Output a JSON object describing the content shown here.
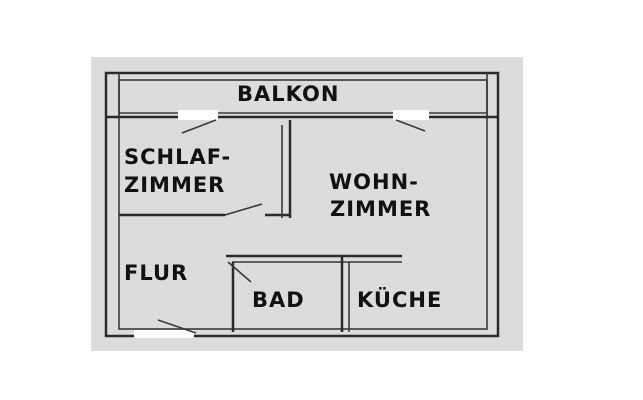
{
  "diagram": {
    "colors": {
      "background": "#ffffff",
      "plan_fill": "#dcdcdc",
      "wall": "#2b2b2b",
      "label": "#111111"
    },
    "rooms": {
      "balkon": "BALKON",
      "schlafzimmer_line1": "SCHLAF-",
      "schlafzimmer_line2": "ZIMMER",
      "wohnzimmer_line1": "WOHN-",
      "wohnzimmer_line2": "ZIMMER",
      "flur": "FLUR",
      "bad": "BAD",
      "kueche": "KÜCHE"
    }
  }
}
